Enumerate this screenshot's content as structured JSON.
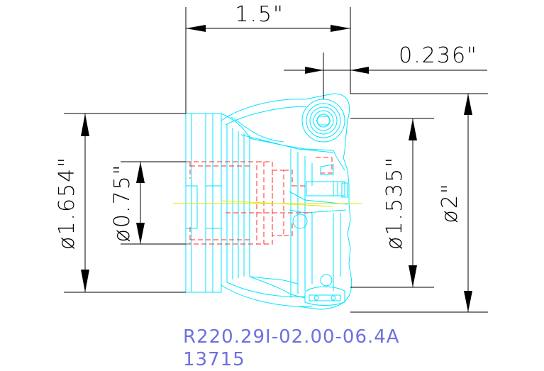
{
  "dimensions": {
    "overall_length": "1.5\"",
    "insert_width": "0.236\"",
    "body_diameter": "ø1.654\"",
    "bore_diameter": "ø0.75\"",
    "inner_diameter": "ø1.535\"",
    "cutting_diameter": "ø2\""
  },
  "caption": {
    "part_number": "R220.29I-02.00-06.4A",
    "item_number": "13715"
  },
  "colors": {
    "dimension": "#000000",
    "outline": "#00e5ff",
    "hidden": "#ff2a2a",
    "centerline": "#e6e600",
    "caption": "#6f6fe0",
    "background": "#ffffff"
  }
}
